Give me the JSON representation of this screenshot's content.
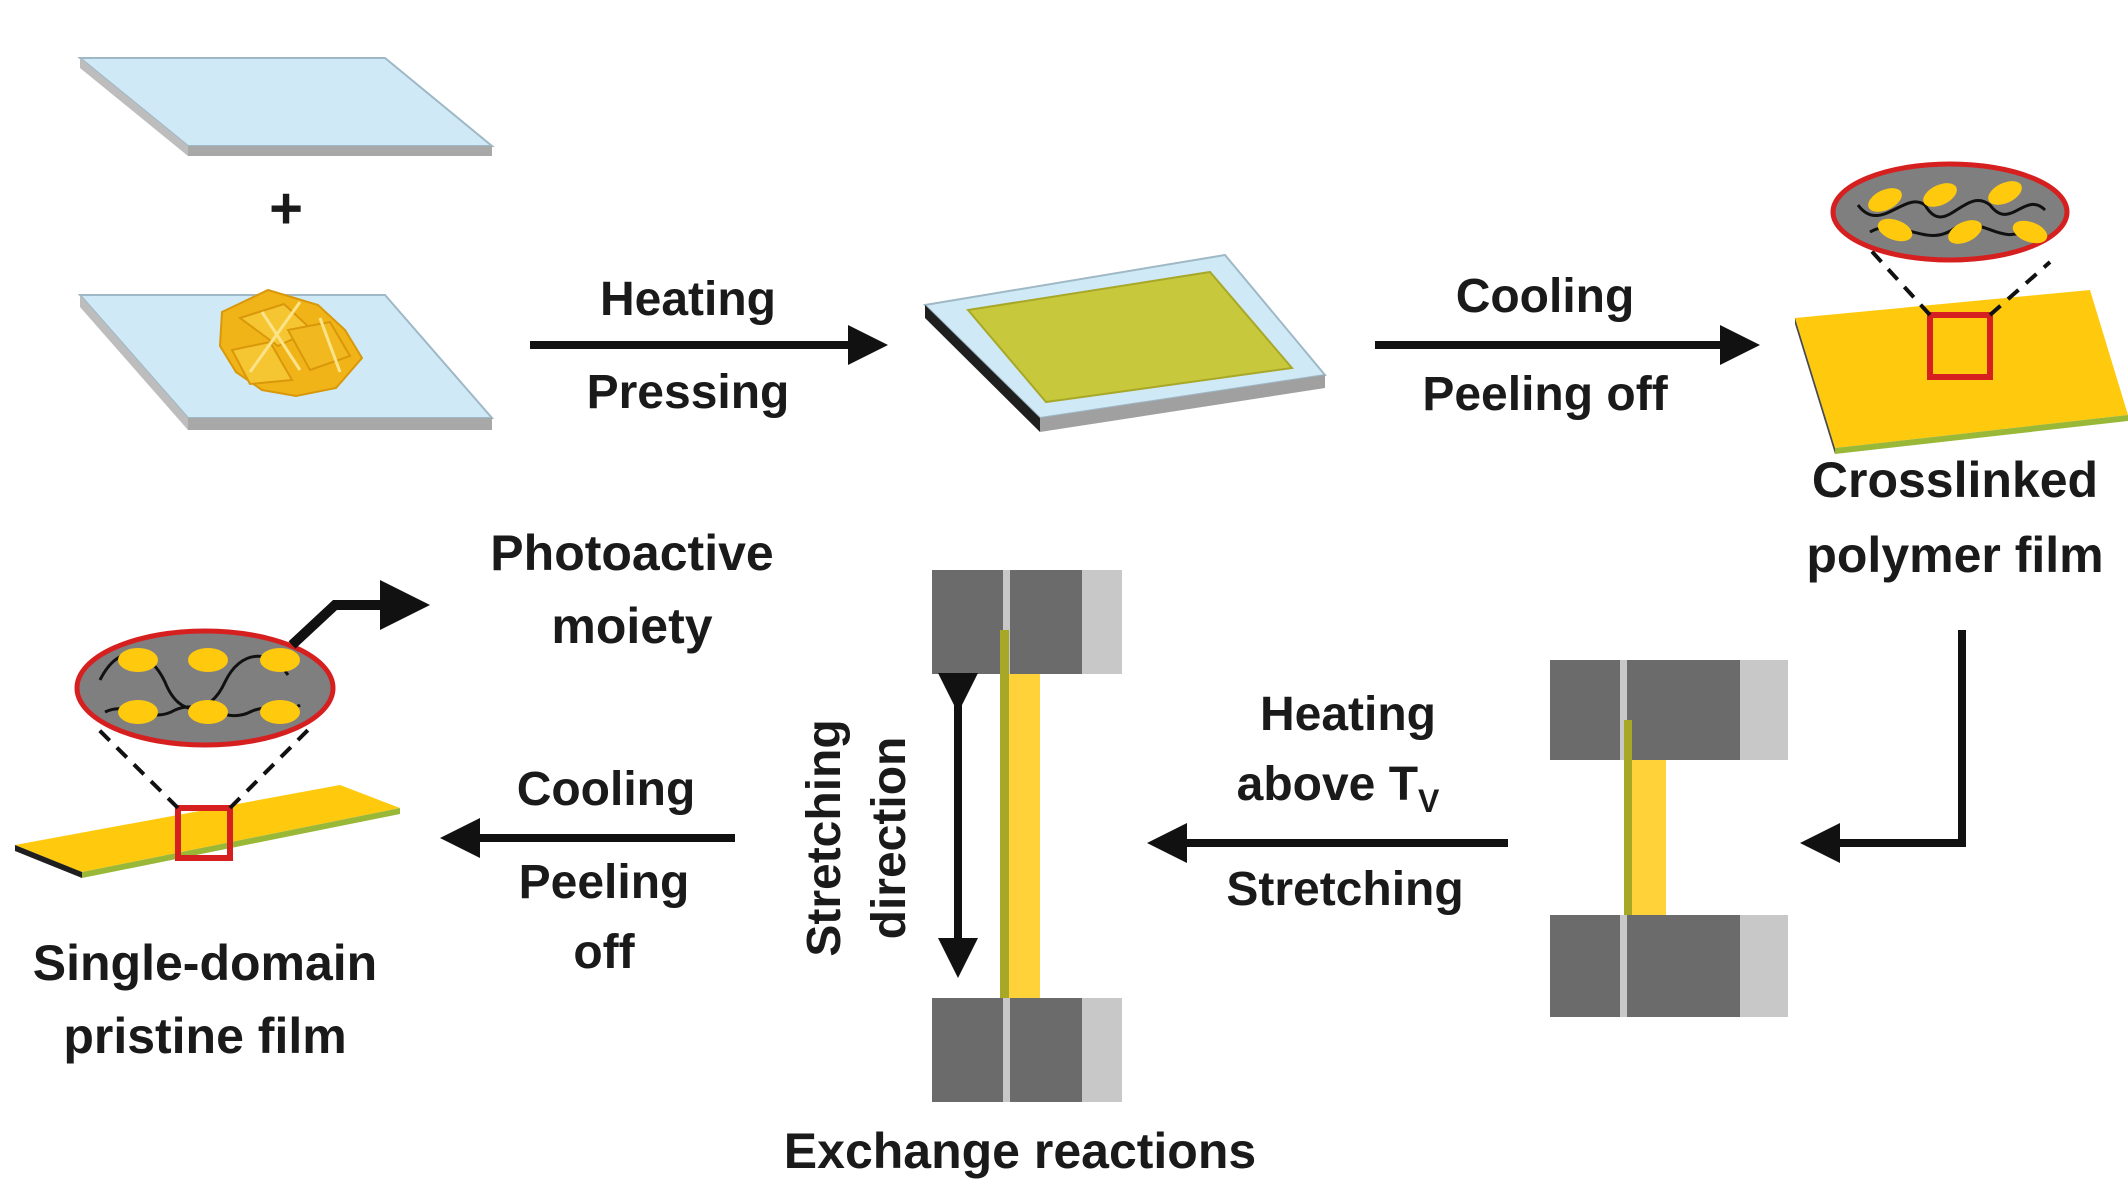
{
  "steps": {
    "heating": "Heating",
    "pressing": "Pressing",
    "cooling_1": "Cooling",
    "peeling_off_1": "Peeling off",
    "heating_2": "Heating",
    "above_tv_prefix": "above T",
    "above_tv_sub": "V",
    "stretching": "Stretching",
    "cooling_2": "Cooling",
    "peeling_2": "Peeling",
    "off_2": "off"
  },
  "plus_sign": "+",
  "labels": {
    "crosslinked_line1": "Crosslinked",
    "crosslinked_line2": "polymer film",
    "photoactive_line1": "Photoactive",
    "photoactive_line2": "moiety",
    "single_domain_line1": "Single-domain",
    "single_domain_line2": "pristine film",
    "stretching_dir_line1": "Stretching",
    "stretching_dir_line2": "direction",
    "exchange_reactions": "Exchange reactions"
  },
  "colors": {
    "glass": "#cfe9f7",
    "film_yellow": "#ffc90e",
    "film_olive": "#c8c83c",
    "clamp_dark": "#6b6b6b",
    "clamp_light": "#c8c8c8",
    "highlight_red": "#d62020",
    "moiety_gray": "#7f7f7f"
  }
}
